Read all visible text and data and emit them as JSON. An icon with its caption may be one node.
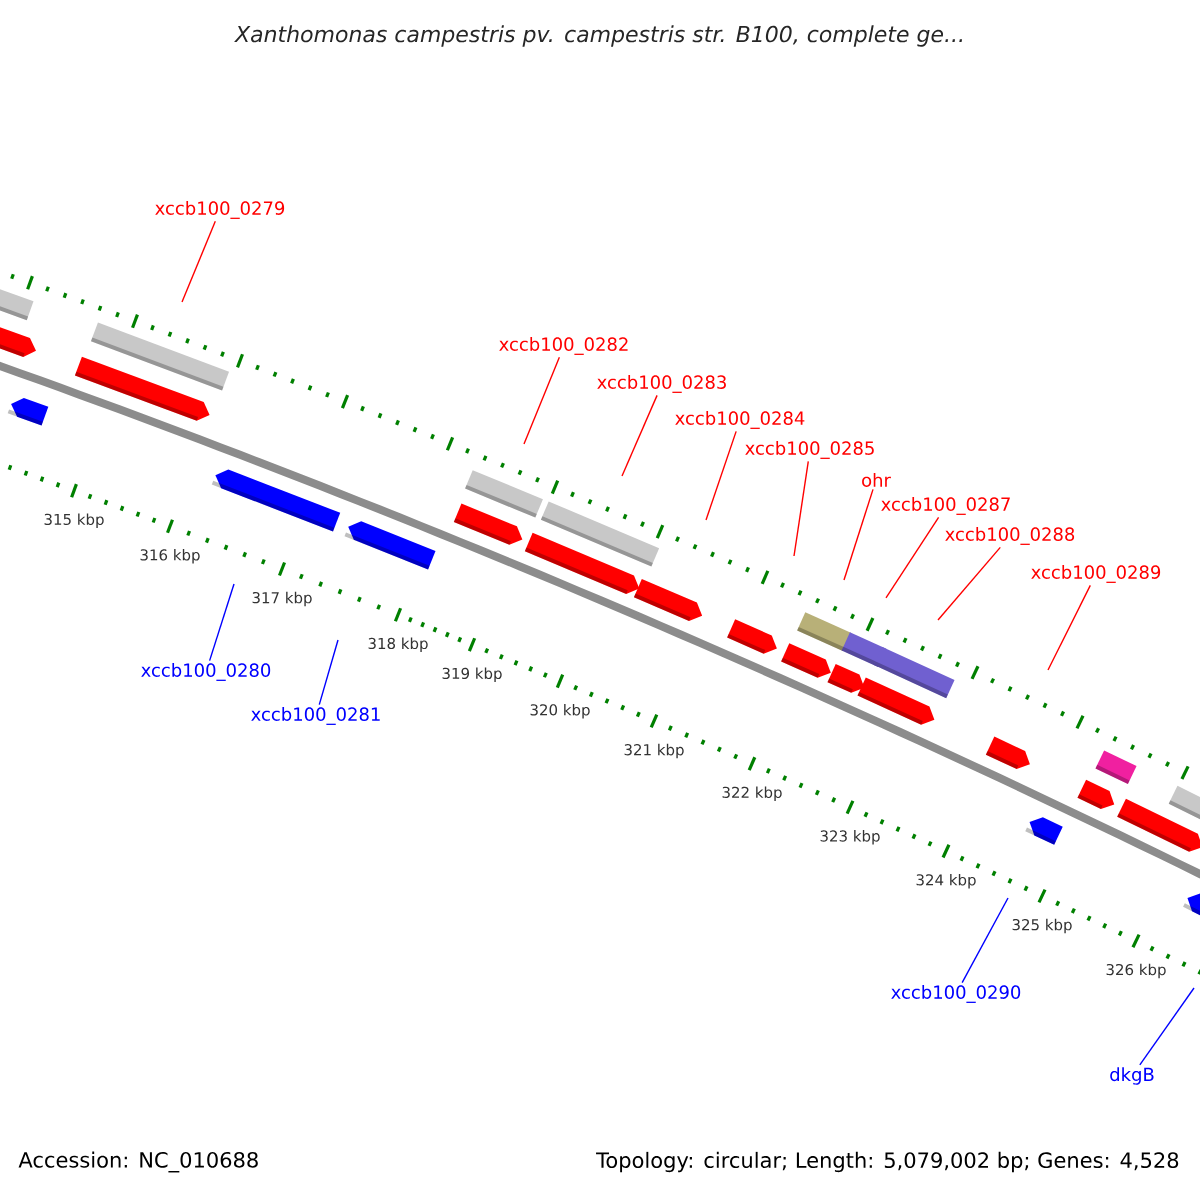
{
  "diagram": {
    "title": "Xanthomonas campestris pv. campestris str. B100, complete ge...",
    "nodes": [
      {
        "text": [
          "xccb100_0279"
        ]
      },
      {
        "text": [
          "xccb100_0282"
        ]
      },
      {
        "text": [
          "xccb100_0283"
        ]
      },
      {
        "text": [
          "xccb100_0284"
        ]
      },
      {
        "text": [
          "xccb100_0285"
        ]
      },
      {
        "text": [
          "ohr"
        ]
      },
      {
        "text": [
          "xccb100_0287"
        ]
      },
      {
        "text": [
          "xccb100_0288"
        ]
      },
      {
        "text": [
          "xccb100_0289"
        ]
      },
      {
        "text": [
          "xccb100_0280"
        ]
      },
      {
        "text": [
          "xccb100_0281"
        ]
      },
      {
        "text": [
          "xccb100_0290"
        ]
      },
      {
        "text": [
          "dkgB"
        ]
      }
    ],
    "edges": [
      {
        "from": 0,
        "to": null,
        "arrow": "none"
      },
      {
        "from": 1,
        "to": null,
        "arrow": "none"
      },
      {
        "from": 2,
        "to": null,
        "arrow": "none"
      },
      {
        "from": 3,
        "to": null,
        "arrow": "none"
      },
      {
        "from": 4,
        "to": null,
        "arrow": "none"
      },
      {
        "from": 5,
        "to": null,
        "arrow": "none"
      },
      {
        "from": 6,
        "to": null,
        "arrow": "none"
      },
      {
        "from": 7,
        "to": null,
        "arrow": "none"
      },
      {
        "from": 8,
        "to": null,
        "arrow": "none"
      },
      {
        "from": 9,
        "to": null,
        "arrow": "none",
        "color": "#0000ff"
      },
      {
        "from": 10,
        "to": null,
        "arrow": "none",
        "color": "#0000ff"
      },
      {
        "from": 11,
        "to": null,
        "arrow": "none",
        "color": "#0000ff"
      },
      {
        "from": 12,
        "to": null,
        "arrow": "none",
        "color": "#0000ff"
      }
    ],
    "labels": [
      "315 kbp",
      "316 kbp",
      "317 kbp",
      "318 kbp",
      "319 kbp",
      "320 kbp",
      "321 kbp",
      "322 kbp",
      "323 kbp",
      "324 kbp",
      "325 kbp",
      "326 kbp",
      "Accession: NC_010688",
      "Topology: circular; Length: 5,079,002 bp; Genes: 4,528"
    ]
  }
}
